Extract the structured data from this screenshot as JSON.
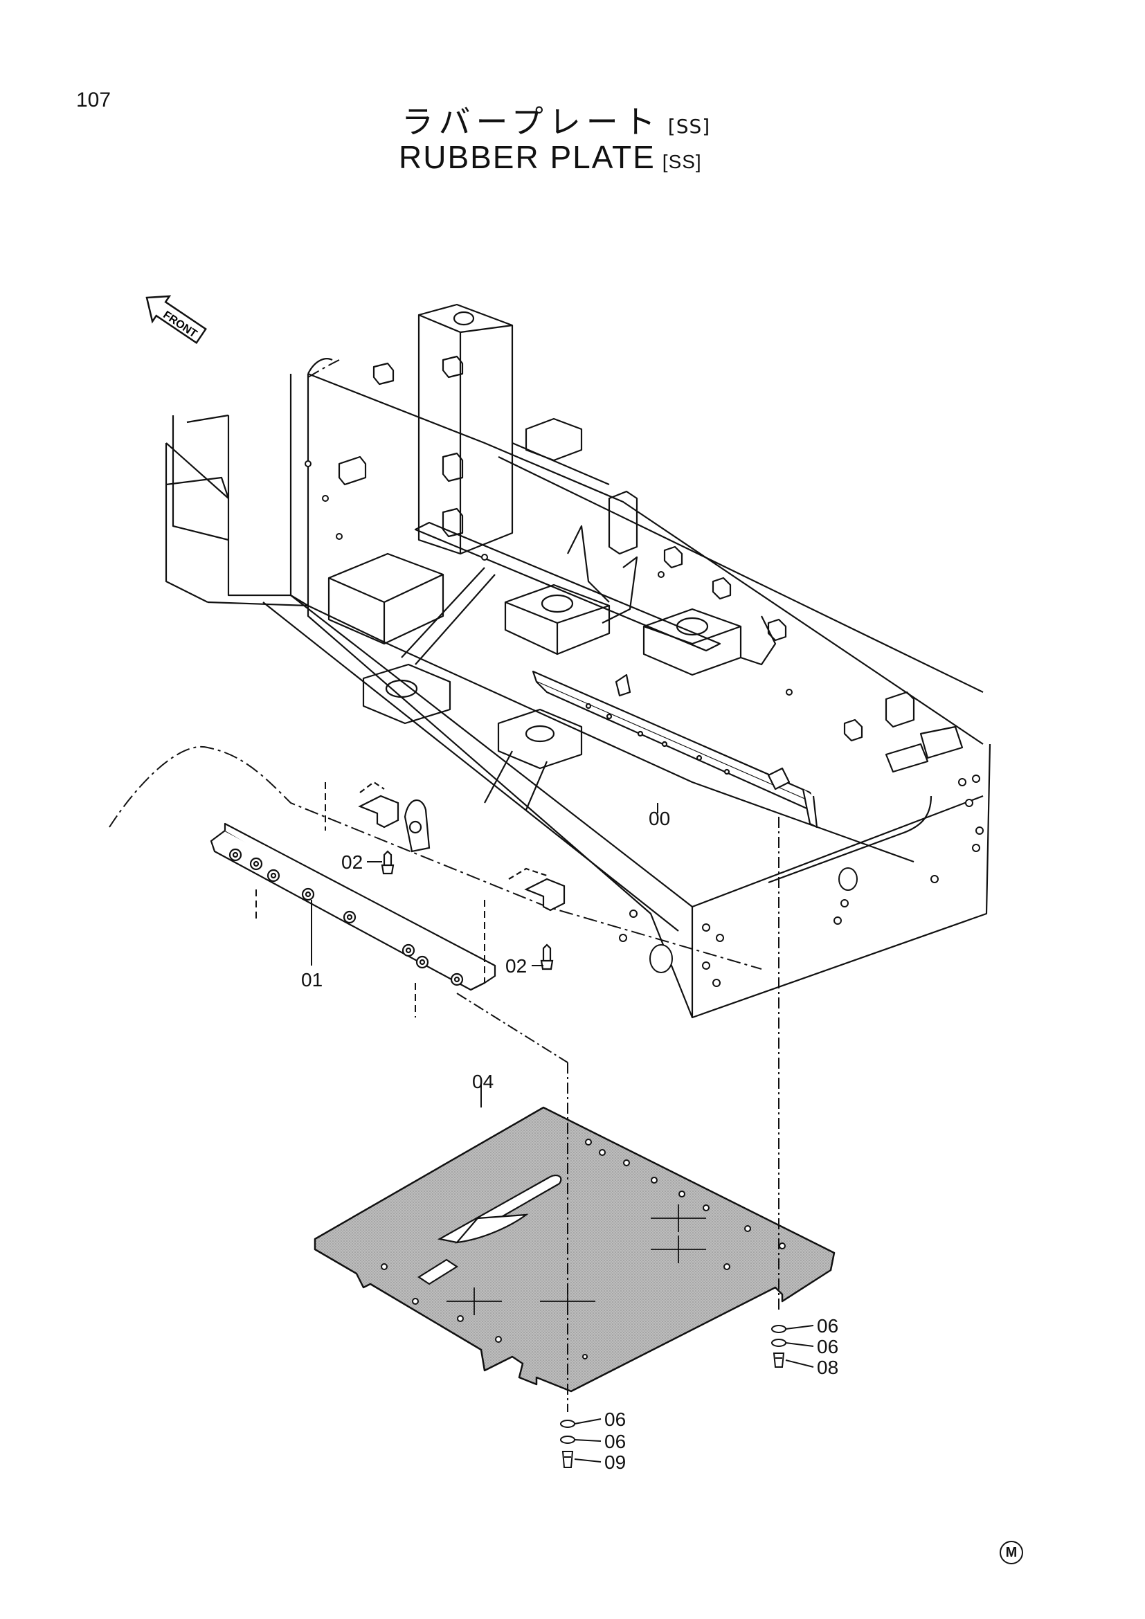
{
  "page": {
    "number": "107",
    "mark": "M"
  },
  "title": {
    "japanese": "ラバープレート",
    "english": "RUBBER PLATE",
    "tag": "[SS]"
  },
  "front_label": "FRONT",
  "callouts": {
    "c00": "00",
    "c01": "01",
    "c02a": "02",
    "c02b": "02",
    "c04": "04",
    "c06a": "06",
    "c06b": "06",
    "c08": "08",
    "c06c": "06",
    "c06d": "06",
    "c09": "09"
  }
}
